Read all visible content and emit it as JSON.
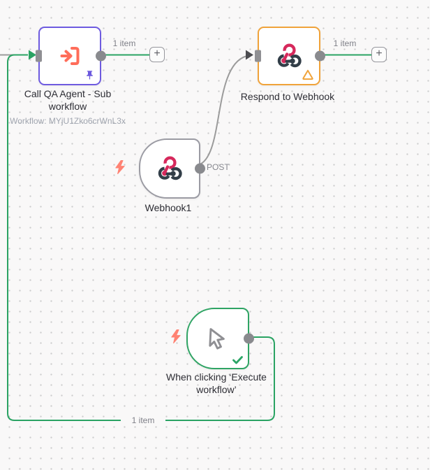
{
  "app": "workflow-editor-canvas",
  "nodes": {
    "call_qa": {
      "name_line1": "Call QA Agent - Sub",
      "name_line2": "workflow",
      "subtitle": "Workflow: MYjU1Zko6crWnL3x",
      "icon": "arrow-into-bracket-subworkflow-icon",
      "status_icon": "pin-icon",
      "border_color": "#6e5be0"
    },
    "respond": {
      "name": "Respond to Webhook",
      "icon": "webhook-icon",
      "status_icon": "warning-triangle-icon",
      "border_color": "#f0a33a"
    },
    "webhook": {
      "name": "Webhook1",
      "output_label": "POST",
      "icon": "webhook-icon",
      "trigger_icon": "lightning-bolt-icon",
      "border_color": "#9b9ba3"
    },
    "execute": {
      "name_line1": "When clicking ‘Execute",
      "name_line2": "workflow’",
      "icon": "cursor-icon",
      "status_icon": "checkmark-icon",
      "trigger_icon": "lightning-bolt-icon",
      "border_color": "#2fa464"
    }
  },
  "connections": {
    "qa_output_count": "1 item",
    "respond_output_count": "1 item",
    "execute_loop_count": "1 item"
  },
  "controls": {
    "add_node": "+"
  },
  "colors": {
    "connection_green": "#2aa363",
    "connection_gray": "#9b9b9b",
    "coral_icon": "#ff6d5a",
    "webhook_pink": "#d6295c",
    "webhook_dark": "#323e48",
    "canvas_bg": "#f9f8f8"
  }
}
